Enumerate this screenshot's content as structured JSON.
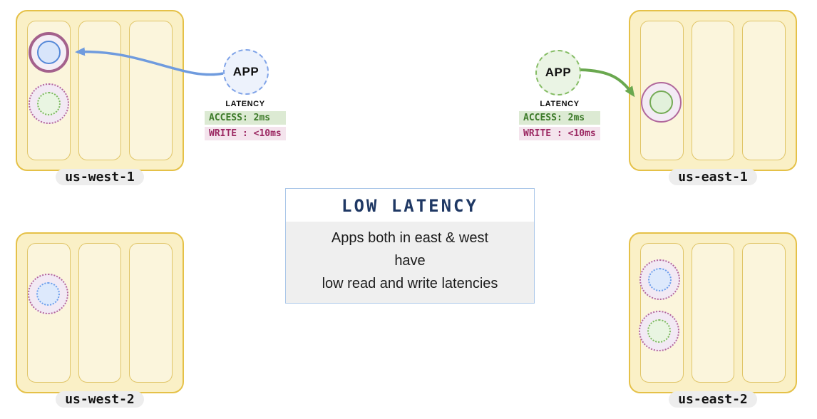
{
  "regions": [
    {
      "id": "us-west-1",
      "label": "us-west-1"
    },
    {
      "id": "us-east-1",
      "label": "us-east-1"
    },
    {
      "id": "us-west-2",
      "label": "us-west-2"
    },
    {
      "id": "us-east-2",
      "label": "us-east-2"
    }
  ],
  "apps": [
    {
      "id": "app-west",
      "label": "APP"
    },
    {
      "id": "app-east",
      "label": "APP"
    }
  ],
  "latency_panels": [
    {
      "title": "LATENCY",
      "access": "ACCESS: 2ms",
      "write": "WRITE : <10ms"
    },
    {
      "title": "LATENCY",
      "access": "ACCESS: 2ms",
      "write": "WRITE : <10ms"
    }
  ],
  "infobox": {
    "title": "LOW LATENCY",
    "lines": [
      "Apps both in east & west",
      "have",
      "low read and write latencies"
    ]
  },
  "colors": {
    "region_fill": "#FAF0C6",
    "region_border": "#E5C148",
    "zone_fill": "#FBF5DC",
    "zone_border": "#E0C568",
    "arrow_blue": "#6F9BDE",
    "arrow_green": "#6AA84F",
    "access_badge_bg": "#DCEAD3",
    "access_badge_text": "#3C7A28",
    "write_badge_bg": "#F4E4ED",
    "write_badge_text": "#9C2963",
    "infobox_title": "#1F3864",
    "infobox_border": "#A9C6E8",
    "infobox_body_bg": "#EFEFEF",
    "replica_ring": "#A4618C",
    "replica_blue": "#5488D8",
    "replica_green": "#74AB55",
    "label_pill_bg": "#EDEDED"
  }
}
